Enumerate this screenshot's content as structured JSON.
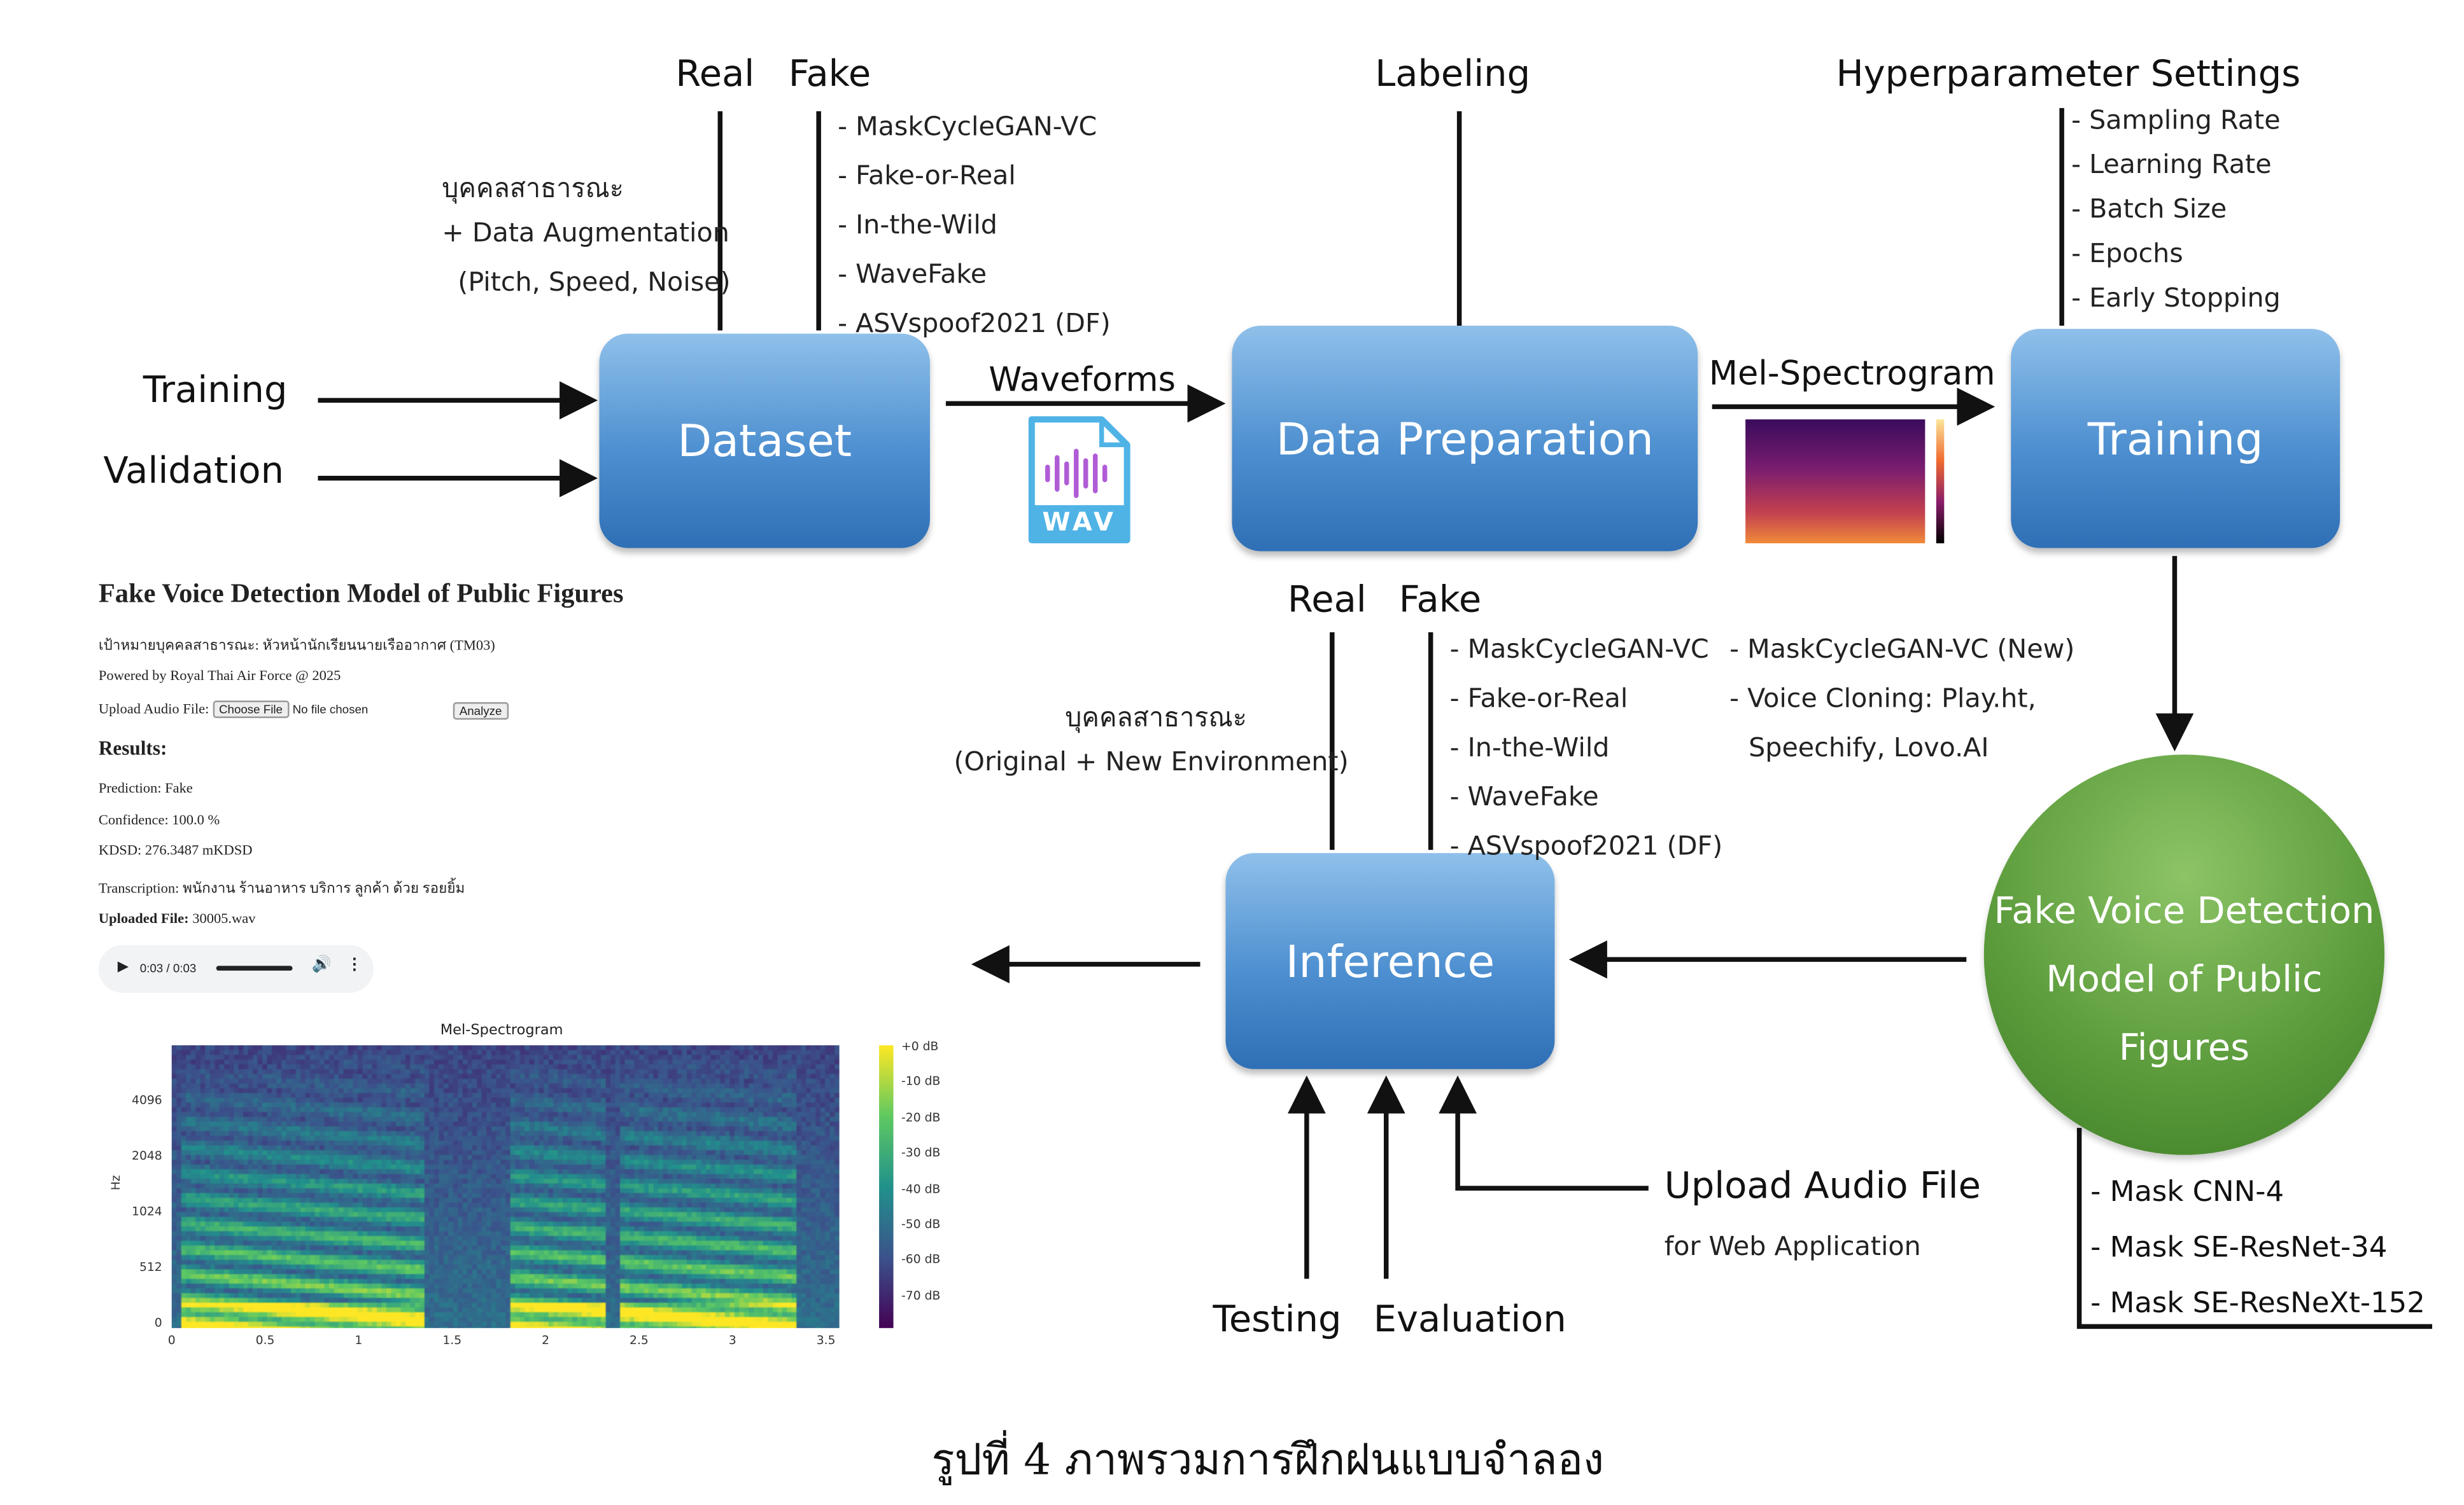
{
  "top_left": {
    "real_label": "Real",
    "fake_label": "Fake",
    "public_figure": "บุคคลสาธารณะ",
    "augmentation": "+ Data Augmentation",
    "augmentation_detail": "(Pitch, Speed, Noise)",
    "fake_sources": [
      "- MaskCycleGAN-VC",
      "- Fake-or-Real",
      "- In-the-Wild",
      "- WaveFake",
      "- ASVspoof2021 (DF)"
    ]
  },
  "inputs": {
    "training": "Training",
    "validation": "Validation"
  },
  "nodes": {
    "dataset": "Dataset",
    "data_preparation": "Data Preparation",
    "training": "Training",
    "inference": "Inference",
    "model": [
      "Fake Voice Detection",
      "Model of Public",
      "Figures"
    ]
  },
  "edges": {
    "waveforms": "Waveforms",
    "mel_spectrogram": "Mel-Spectrogram",
    "labeling": "Labeling"
  },
  "wav_icon": {
    "icon": "wav-file-icon",
    "text": "WAV",
    "color": "#4fb3e6",
    "wave_color": "#b05cd6"
  },
  "hyperparameters": {
    "title": "Hyperparameter Settings",
    "items": [
      "- Sampling Rate",
      "- Learning Rate",
      "- Batch Size",
      "- Epochs",
      "- Early Stopping"
    ]
  },
  "models": [
    "- Mask CNN-4",
    "- Mask SE-ResNet-34",
    "- Mask SE-ResNeXt-152"
  ],
  "test_sources": {
    "real_label": "Real",
    "fake_label": "Fake",
    "public_figure": "บุคคลสาธารณะ",
    "environment": "(Original + New Environment)",
    "fake_sources": [
      "- MaskCycleGAN-VC",
      "- Fake-or-Real",
      "- In-the-Wild",
      "- WaveFake",
      "- ASVspoof2021 (DF)"
    ],
    "extra_sources": [
      "- MaskCycleGAN-VC (New)",
      "- Voice Cloning: Play.ht,",
      "Speechify, Lovo.AI"
    ]
  },
  "bottom": {
    "testing": "Testing",
    "evaluation": "Evaluation",
    "upload": "Upload Audio File",
    "upload_sub": "for Web Application"
  },
  "web_app": {
    "title": "Fake Voice Detection Model of Public Figures",
    "target": "เป้าหมายบุคคลสาธารณะ: หัวหน้านักเรียนนายเรืออากาศ (TM03)",
    "powered": "Powered by Royal Thai Air Force @ 2025",
    "upload_label": "Upload Audio File:",
    "choose_file": "Choose File",
    "no_file": "No file chosen",
    "analyze": "Analyze",
    "results_heading": "Results:",
    "prediction": "Prediction: Fake",
    "confidence": "Confidence: 100.0 %",
    "kdsd": "KDSD: 276.3487 mKDSD",
    "transcription": "Transcription: พนักงาน ร้านอาหาร บริการ ลูกค้า ด้วย รอยยิ้ม",
    "uploaded_label": "Uploaded File:",
    "uploaded_value": "30005.wav",
    "player_time": "0:03 / 0:03",
    "player_progress": 1.0
  },
  "spectrogram": {
    "title": "Mel-Spectrogram",
    "ylabel": "Hz",
    "y_ticks": [
      "0",
      "512",
      "1024",
      "2048",
      "4096"
    ],
    "x_ticks": [
      "0",
      "0.5",
      "1",
      "1.5",
      "2",
      "2.5",
      "3",
      "3.5"
    ],
    "colorbar_ticks": [
      "+0 dB",
      "-10 dB",
      "-20 dB",
      "-30 dB",
      "-40 dB",
      "-50 dB",
      "-60 dB",
      "-70 dB"
    ],
    "colormap": "viridis"
  },
  "caption": "รูปที่ 4 ภาพรวมการฝึกฝนแบบจำลอง"
}
